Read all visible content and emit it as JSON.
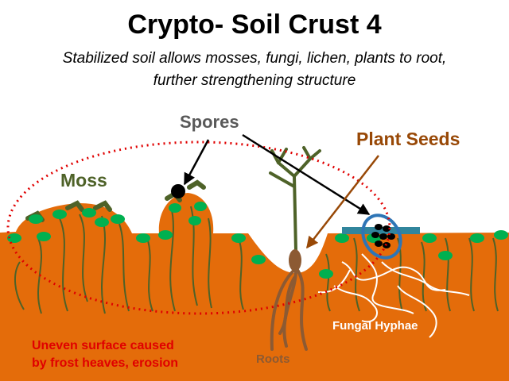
{
  "title": "Crypto- Soil Crust 4",
  "subtitle_line1": "Stabilized soil allows mosses, fungi, lichen, plants to root,",
  "subtitle_line2": "further strengthening structure",
  "labels": {
    "moss": "Moss",
    "spores": "Spores",
    "plant_seeds": "Plant Seeds",
    "fungal_hyphae": "Fungal Hyphae",
    "roots": "Roots",
    "uneven_line1": "Uneven surface caused",
    "uneven_line2": "by frost heaves, erosion"
  },
  "colors": {
    "soil": "#e46c0a",
    "moss_leaf": "#00b050",
    "moss_stem": "#4e6228",
    "dotted_outline": "#e00000",
    "hyphae": "#ffffff",
    "roots": "#8c5a33",
    "seed_casing": "#2e75b6",
    "crust_bar": "#31859c",
    "arrow_black": "#000000",
    "arrow_brown": "#984806"
  }
}
